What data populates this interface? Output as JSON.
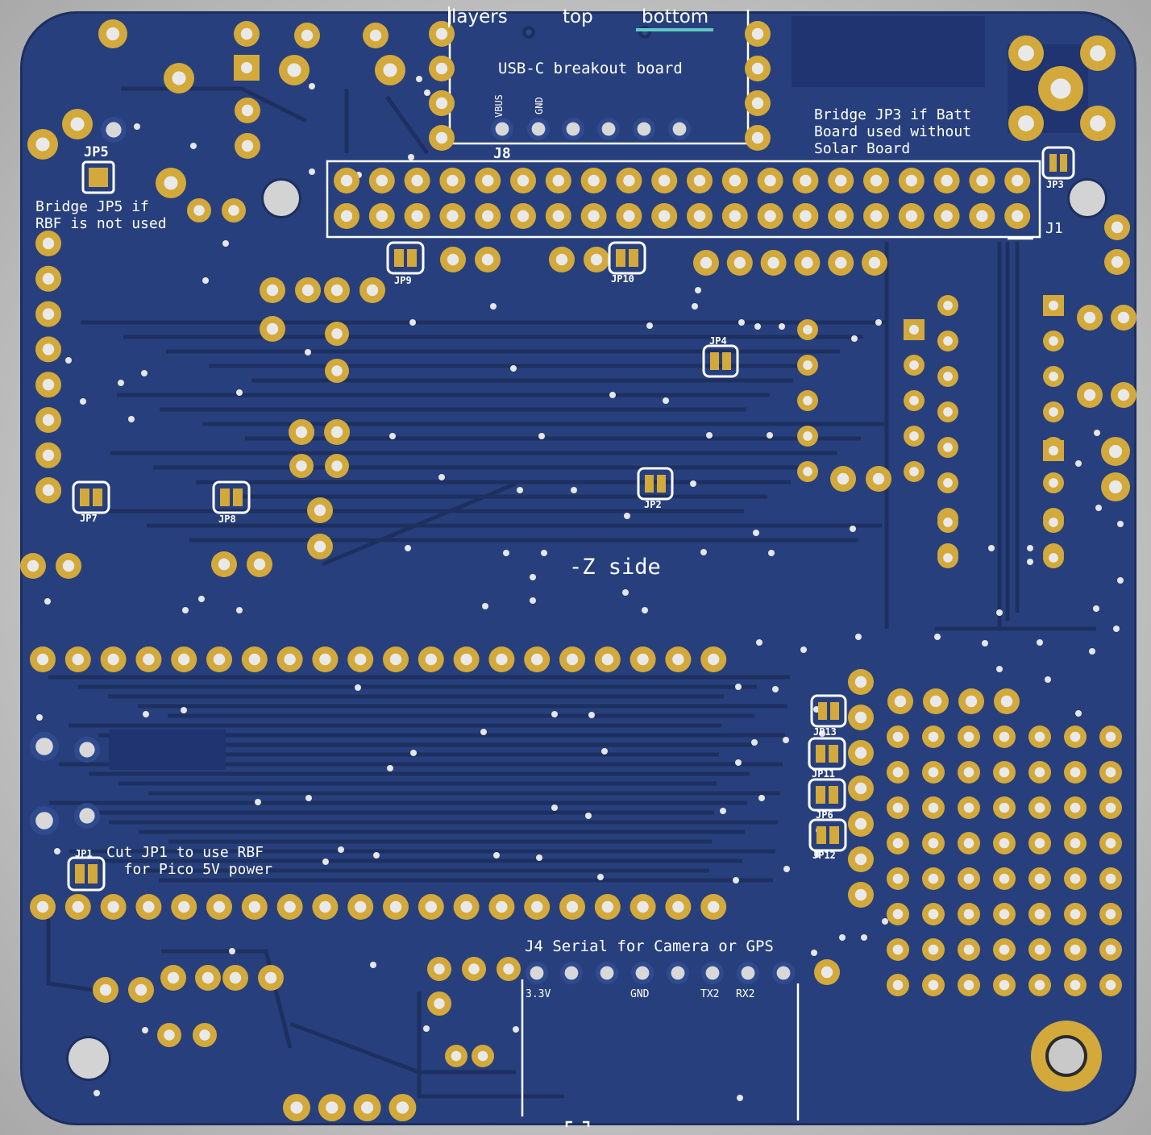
{
  "layer_toggle": {
    "label": "layers",
    "options": [
      "top",
      "bottom"
    ],
    "selected": "bottom",
    "accent_color": "#5fc9c5"
  },
  "board": {
    "side_label": "-Z side",
    "colors": {
      "substrate": "#27407d",
      "trace": "#1f3366",
      "pad": "#d2a93a",
      "silkscreen": "#ffffff"
    }
  },
  "silkscreen": {
    "usb_breakout": "USB-C breakout board",
    "usb_pins": [
      "VBUS",
      "GND"
    ],
    "j8": "J8",
    "j1": "J1",
    "jp3_note": "Bridge JP3 if Batt\nBoard used without\nSolar Board",
    "jp5_note": "Bridge JP5 if\nRBF is not used",
    "jp1_note": "Cut JP1 to use RBF\n  for Pico 5V power",
    "j4": "J4 Serial for Camera or GPS",
    "j4_pins": [
      "3.3V",
      "GND",
      "TX2",
      "RX2"
    ]
  },
  "jumpers": [
    "JP1",
    "JP2",
    "JP3",
    "JP4",
    "JP5",
    "JP6",
    "JP7",
    "JP8",
    "JP9",
    "JP10",
    "JP11",
    "JP12",
    "JP13"
  ]
}
